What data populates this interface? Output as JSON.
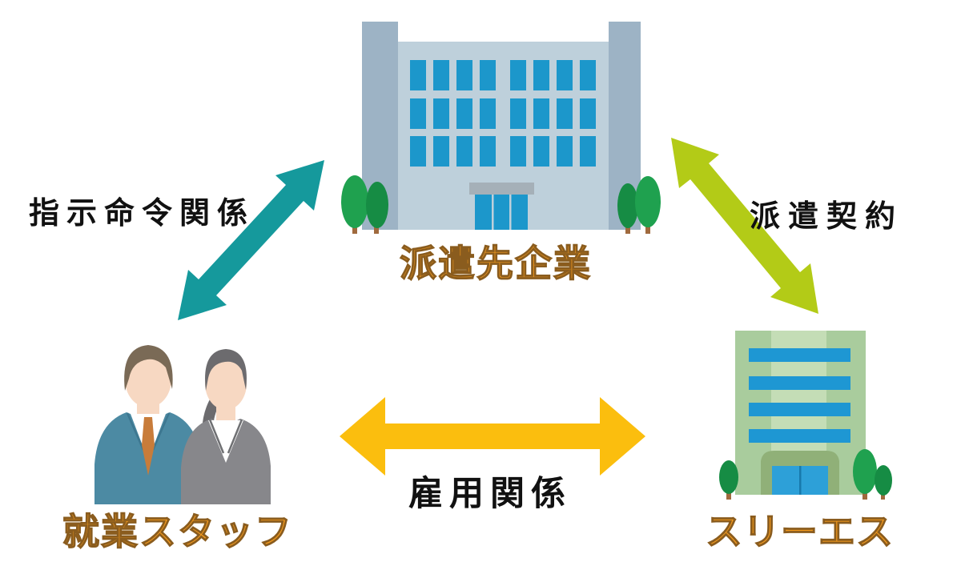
{
  "diagram": {
    "nodes": [
      {
        "id": "client-company",
        "label": "派遣先企業",
        "kind": "office-building"
      },
      {
        "id": "staff",
        "label": "就業スタッフ",
        "kind": "two-business-people"
      },
      {
        "id": "agency",
        "label": "スリーエス",
        "kind": "green-office-building"
      }
    ],
    "relations": [
      {
        "id": "instruction",
        "label": "指示命令関係",
        "between": [
          "就業スタッフ",
          "派遣先企業"
        ],
        "arrow": "double",
        "color_key": "teal"
      },
      {
        "id": "dispatch-contract",
        "label": "派遣契約",
        "between": [
          "派遣先企業",
          "スリーエス"
        ],
        "arrow": "double",
        "color_key": "green"
      },
      {
        "id": "employment",
        "label": "雇用関係",
        "between": [
          "就業スタッフ",
          "スリーエス"
        ],
        "arrow": "double",
        "color_key": "yellow"
      }
    ]
  },
  "labels": {
    "client_company": "派遣先企業",
    "staff": "就業スタッフ",
    "agency": "スリーエス",
    "instruction": "指示命令関係",
    "dispatch_contract": "派遣契約",
    "employment": "雇用関係"
  },
  "colors": {
    "teal": "#15999c",
    "green": "#b3cb17",
    "yellow": "#fbbe0e",
    "orange": "#f59b1d",
    "orange_outline": "#8a5c1e",
    "label_black": "#111111",
    "bldg_facade": "#bed0db",
    "bldg_tower": "#9db3c5",
    "bldg_window": "#1c97cb",
    "bldg_canopy": "#a5b0b8",
    "green_bldg_body": "#a9cc9d",
    "green_bldg_stripe": "#c4ddb6",
    "green_bldg_window": "#1e97d3",
    "green_bldg_canopy": "#90b078",
    "green_bldg_door": "#2da0d8",
    "green_bldg_door_divider": "#1879ac",
    "tree_bright": "#1fa14f",
    "tree_dark": "#168c44",
    "trunk": "#a06a3e",
    "skin": "#f7d8c2",
    "man_suit": "#4c8aa3",
    "man_hair": "#7a6a56",
    "tie": "#c87c3a",
    "woman_suit": "#87878b",
    "woman_hair": "#6c6b6e",
    "shirt": "#ffffff"
  }
}
